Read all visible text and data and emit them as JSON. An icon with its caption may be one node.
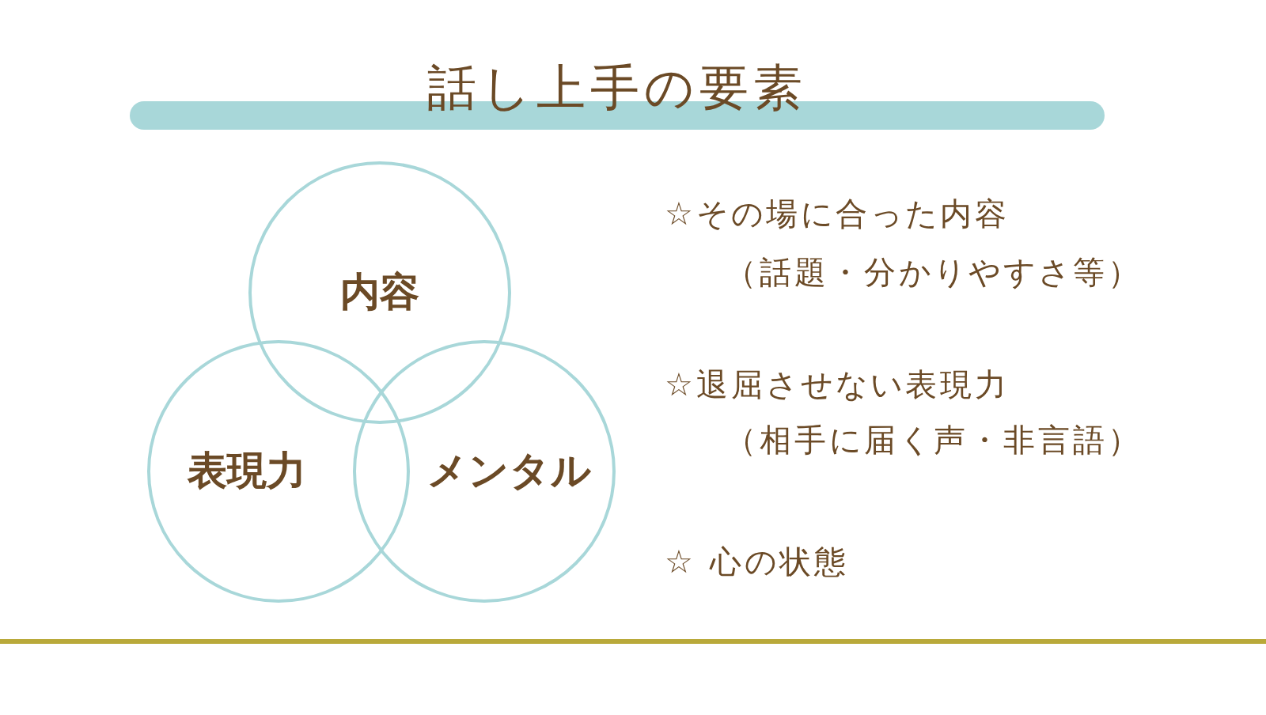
{
  "diagram": {
    "title": "話し上手の要素",
    "nodes": [
      {
        "text": [
          "内容"
        ]
      },
      {
        "text": [
          "表現力"
        ]
      },
      {
        "text": [
          "メンタル"
        ]
      }
    ],
    "labels": [
      "☆その場に合った内容",
      "（話題・分かりやすさ等）",
      "☆退屈させない表現力",
      "（相手に届く声・非言語）",
      "☆ 心の状態"
    ]
  }
}
